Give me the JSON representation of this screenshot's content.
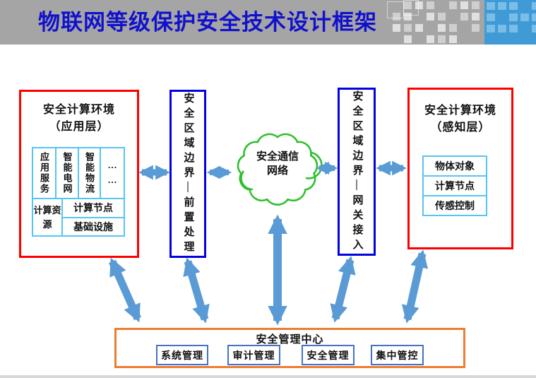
{
  "header": {
    "title": "物联网等级保护安全技术设计框架"
  },
  "colors": {
    "titlebar_gray": "#A5A5A5",
    "title_text_blue": "#1111CC",
    "decor_blue": "#3F9AD5",
    "box_red": "#FF0000",
    "box_blue": "#0202DF",
    "cell_light_blue": "#56C5F0",
    "cloud_green": "#2FBF2F",
    "mgmt_orange": "#ED7D31",
    "mgmt_item_blue": "#4472C4",
    "arrow_blue": "#5B9BD5"
  },
  "app_env": {
    "title": "安全计算环境",
    "subtitle": "（应用层）",
    "cells": {
      "app_service": "应用服务",
      "smart_grid": "智能电网",
      "smart_logistics": "智能物流",
      "ellipsis": [
        "…",
        "…"
      ],
      "compute_resource": "计算资源",
      "compute_node": "计算节点",
      "infrastructure": "基础设施"
    }
  },
  "boundary_left": {
    "label": "安全区域边界—前置处理"
  },
  "network": {
    "line1": "安全通信",
    "line2": "网络"
  },
  "boundary_right": {
    "label": "安全区域边界—网关接入"
  },
  "perception_env": {
    "title": "安全计算环境",
    "subtitle": "（感知层）",
    "cells": [
      "物体对象",
      "计算节点",
      "传感控制"
    ]
  },
  "mgmt_center": {
    "title": "安全管理中心",
    "items": [
      "系统管理",
      "审计管理",
      "安全管理",
      "集中管控"
    ]
  }
}
